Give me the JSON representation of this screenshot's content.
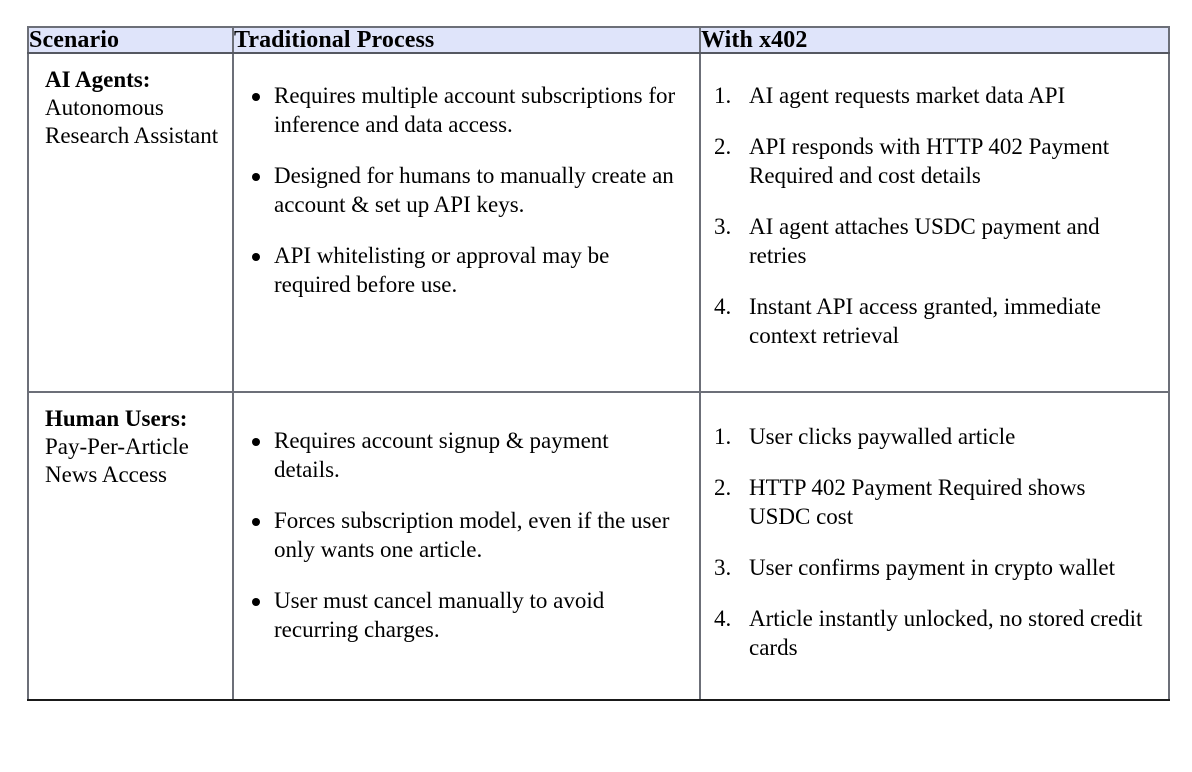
{
  "table": {
    "headers": {
      "scenario": "Scenario",
      "traditional": "Traditional Process",
      "x402": "With x402"
    },
    "header_background": "#dfe4fa",
    "border_color": "#6c6f78",
    "rows": [
      {
        "scenario_title": "AI Agents:",
        "scenario_subtitle": "Autonomous Research Assistant",
        "traditional_items": [
          "Requires multiple account subscriptions for inference and data access.",
          "Designed for humans to manually create an account & set up API keys.",
          "API whitelisting or approval may be required before use."
        ],
        "x402_items": [
          "AI agent requests market data API",
          "API responds with HTTP 402 Payment Required and cost details",
          "AI agent attaches USDC payment and retries",
          "Instant API access granted, immediate context retrieval"
        ]
      },
      {
        "scenario_title": "Human Users:",
        "scenario_subtitle": "Pay-Per-Article News Access",
        "traditional_items": [
          "Requires account signup & payment details.",
          "Forces subscription model, even if the user only wants one article.",
          "User must cancel manually to avoid recurring charges."
        ],
        "x402_items": [
          "User clicks paywalled article",
          "HTTP 402 Payment Required shows USDC cost",
          "User confirms payment in crypto wallet",
          "Article instantly unlocked, no stored credit cards"
        ]
      }
    ]
  }
}
